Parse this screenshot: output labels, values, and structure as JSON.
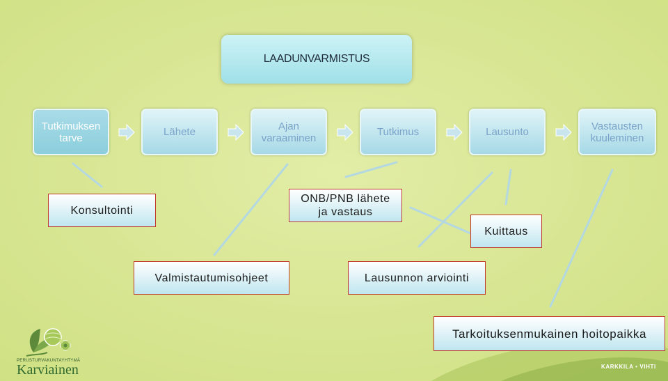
{
  "title": "LAADUNVARMISTUS",
  "steps": [
    {
      "label_l1": "Tutkimuksen",
      "label_l2": "tarve"
    },
    {
      "label_l1": "Lähete",
      "label_l2": ""
    },
    {
      "label_l1": "Ajan",
      "label_l2": "varaaminen"
    },
    {
      "label_l1": "Tutkimus",
      "label_l2": ""
    },
    {
      "label_l1": "Lausunto",
      "label_l2": ""
    },
    {
      "label_l1": "Vastausten",
      "label_l2": "kuuleminen"
    }
  ],
  "boxes": {
    "konsultointi": "Konsultointi",
    "onb_l1": "ONB/PNB lähete",
    "onb_l2": "ja vastaus",
    "kuittaus": "Kuittaus",
    "valmistautumis": "Valmistautumisohjeet",
    "lausunnon": "Lausunnon arviointi",
    "tarkoitus": "Tarkoituksenmukainen hoitopaikka"
  },
  "logo": {
    "top_text": "PERUSTURVAKUNTAYHTYMÄ",
    "name": "Karviainen"
  },
  "footer": "KARKKILA • VIHTI",
  "colors": {
    "background": "#d6e58e",
    "step_text": "#7aa3c9",
    "box_border": "#c0392b",
    "connector": "#b4d8e2"
  }
}
